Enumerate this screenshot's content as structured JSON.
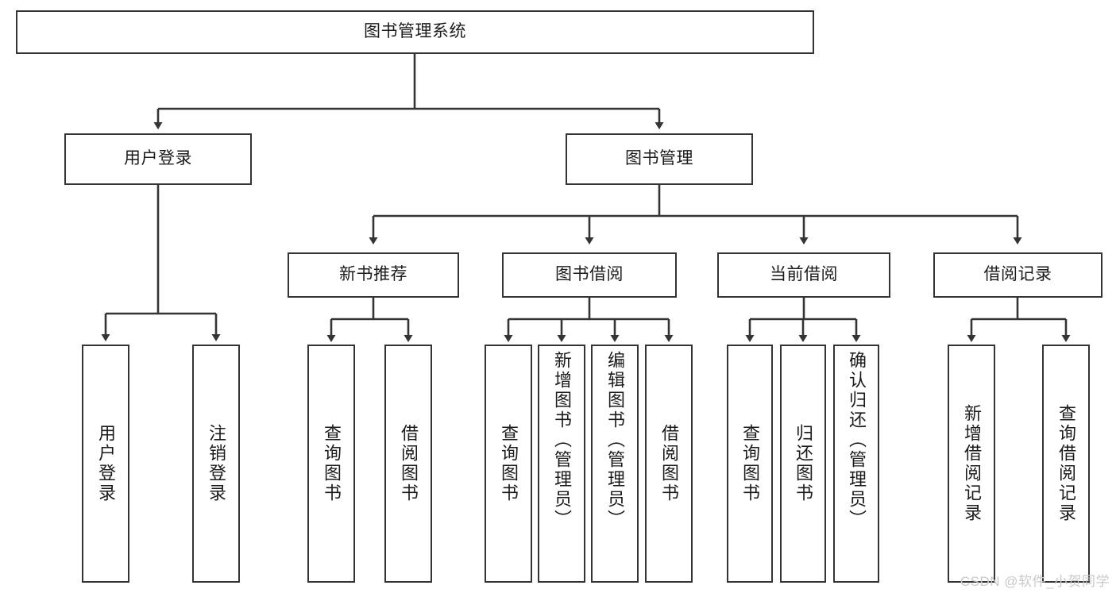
{
  "diagram": {
    "type": "tree",
    "title": "图书管理系统",
    "root": {
      "label": "图书管理系统"
    },
    "level2": [
      {
        "label": "用户登录"
      },
      {
        "label": "图书管理"
      }
    ],
    "level3": [
      {
        "label": "新书推荐"
      },
      {
        "label": "图书借阅"
      },
      {
        "label": "当前借阅"
      },
      {
        "label": "借阅记录"
      }
    ],
    "leaves": {
      "user_login": [
        {
          "label": "用户登录"
        },
        {
          "label": "注销登录"
        }
      ],
      "new_book_recommend": [
        {
          "label": "查询图书"
        },
        {
          "label": "借阅图书"
        }
      ],
      "book_borrow": [
        {
          "label": "查询图书"
        },
        {
          "label": "新增图书（管理员）"
        },
        {
          "label": "编辑图书（管理员）"
        },
        {
          "label": "借阅图书"
        }
      ],
      "current_borrow": [
        {
          "label": "查询图书"
        },
        {
          "label": "归还图书"
        },
        {
          "label": "确认归还（管理员）"
        }
      ],
      "borrow_record": [
        {
          "label": "新增借阅记录"
        },
        {
          "label": "查询借阅记录"
        }
      ]
    }
  },
  "watermark": {
    "text": "CSDN @软件_小贺同学"
  },
  "colors": {
    "border": "#343434",
    "text": "#1b1b1b",
    "background": "#ffffff",
    "watermark": "#c9c9c9"
  }
}
